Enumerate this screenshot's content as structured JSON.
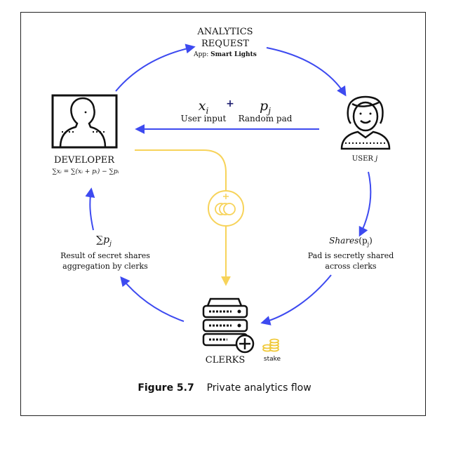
{
  "request": {
    "line1": "ANALYTICS",
    "line2": "REQUEST",
    "app_prefix": "App:",
    "app_name": "Smart Lights"
  },
  "message": {
    "x_var": "x",
    "x_sub": "i",
    "plus": "+",
    "p_var": "p",
    "p_sub": "j",
    "x_caption": "User input",
    "p_caption": "Random pad"
  },
  "developer": {
    "label": "DEVELOPER",
    "formula": "∑xᵢ = ∑(xᵢ + pᵢ) − ∑pᵢ"
  },
  "user": {
    "label": "USER",
    "index": "j"
  },
  "aggregation": {
    "sum": "∑p",
    "sum_sub": "j",
    "line1": "Result of secret shares",
    "line2": "aggregation by clerks"
  },
  "shares": {
    "func": "Shares",
    "arg": "(p",
    "arg_sub": "j",
    "arg_close": ")",
    "line1": "Pad is secretly shared",
    "line2": "across clerks"
  },
  "clerks": {
    "label": "CLERKS",
    "stake": "stake"
  },
  "caption": {
    "figure": "Figure 5.7",
    "text": "Private analytics flow"
  },
  "colors": {
    "blue_arrow": "#3d4af0",
    "yellow": "#f7d35a",
    "ink": "#111111"
  }
}
